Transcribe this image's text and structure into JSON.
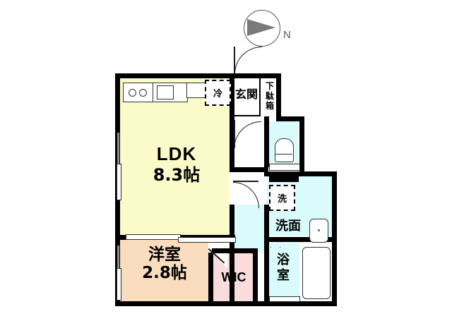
{
  "plan": {
    "type": "japanese-floor-plan",
    "compass": {
      "label": "N",
      "icon": "compass-arrow-icon",
      "direction": "right"
    },
    "rooms": [
      {
        "key": "ldk",
        "name": "LDK",
        "size": "8.3帖",
        "color": "#fbfbc9"
      },
      {
        "key": "bedroom",
        "name": "洋室",
        "size": "2.8帖",
        "color": "#fadcbe"
      },
      {
        "key": "wic",
        "name": "WIC",
        "size": "",
        "color": "#fadcdc"
      },
      {
        "key": "genkan",
        "name": "玄関",
        "size": "",
        "color": "#ffffff"
      },
      {
        "key": "getabako",
        "name": "下駄箱",
        "size": "",
        "color": "#ffffff"
      },
      {
        "key": "senmen",
        "name": "洗面",
        "size": "",
        "color": "#d9fbfb"
      },
      {
        "key": "yokushitsu",
        "name": "浴室",
        "size": "",
        "color": "#d9fbfb"
      },
      {
        "key": "toilet",
        "name": "",
        "size": "",
        "color": "#d9fbfb"
      }
    ],
    "appliances": [
      {
        "key": "fridge",
        "label": "冷",
        "icon": "refrigerator-space-icon"
      },
      {
        "key": "washer",
        "label": "洗",
        "icon": "washing-machine-space-icon"
      }
    ],
    "fixtures": [
      {
        "key": "stove",
        "icon": "stove-icon"
      },
      {
        "key": "sink",
        "icon": "kitchen-sink-icon"
      },
      {
        "key": "counter",
        "icon": "counter-icon"
      },
      {
        "key": "toilet-bowl",
        "icon": "toilet-icon"
      },
      {
        "key": "washbasin",
        "icon": "washbasin-icon"
      },
      {
        "key": "bathtub",
        "icon": "bathtub-icon"
      }
    ],
    "colors": {
      "ldk": "#fbfbc9",
      "bedroom": "#fadcbe",
      "wic": "#fadcdc",
      "water_area": "#d9fbfb",
      "wall": "#000000",
      "background": "#ffffff",
      "compass_needle": "#7a7a7a"
    },
    "labels": {
      "ldk_name": "LDK",
      "ldk_size": "8.3帖",
      "bedroom_name": "洋室",
      "bedroom_size": "2.8帖",
      "wic": "WIC",
      "genkan": "玄関",
      "getabako_1": "下",
      "getabako_2": "駄",
      "getabako_3": "箱",
      "senmen": "洗面",
      "bath_1": "浴",
      "bath_2": "室",
      "fridge": "冷",
      "washer": "洗",
      "north": "N"
    }
  }
}
